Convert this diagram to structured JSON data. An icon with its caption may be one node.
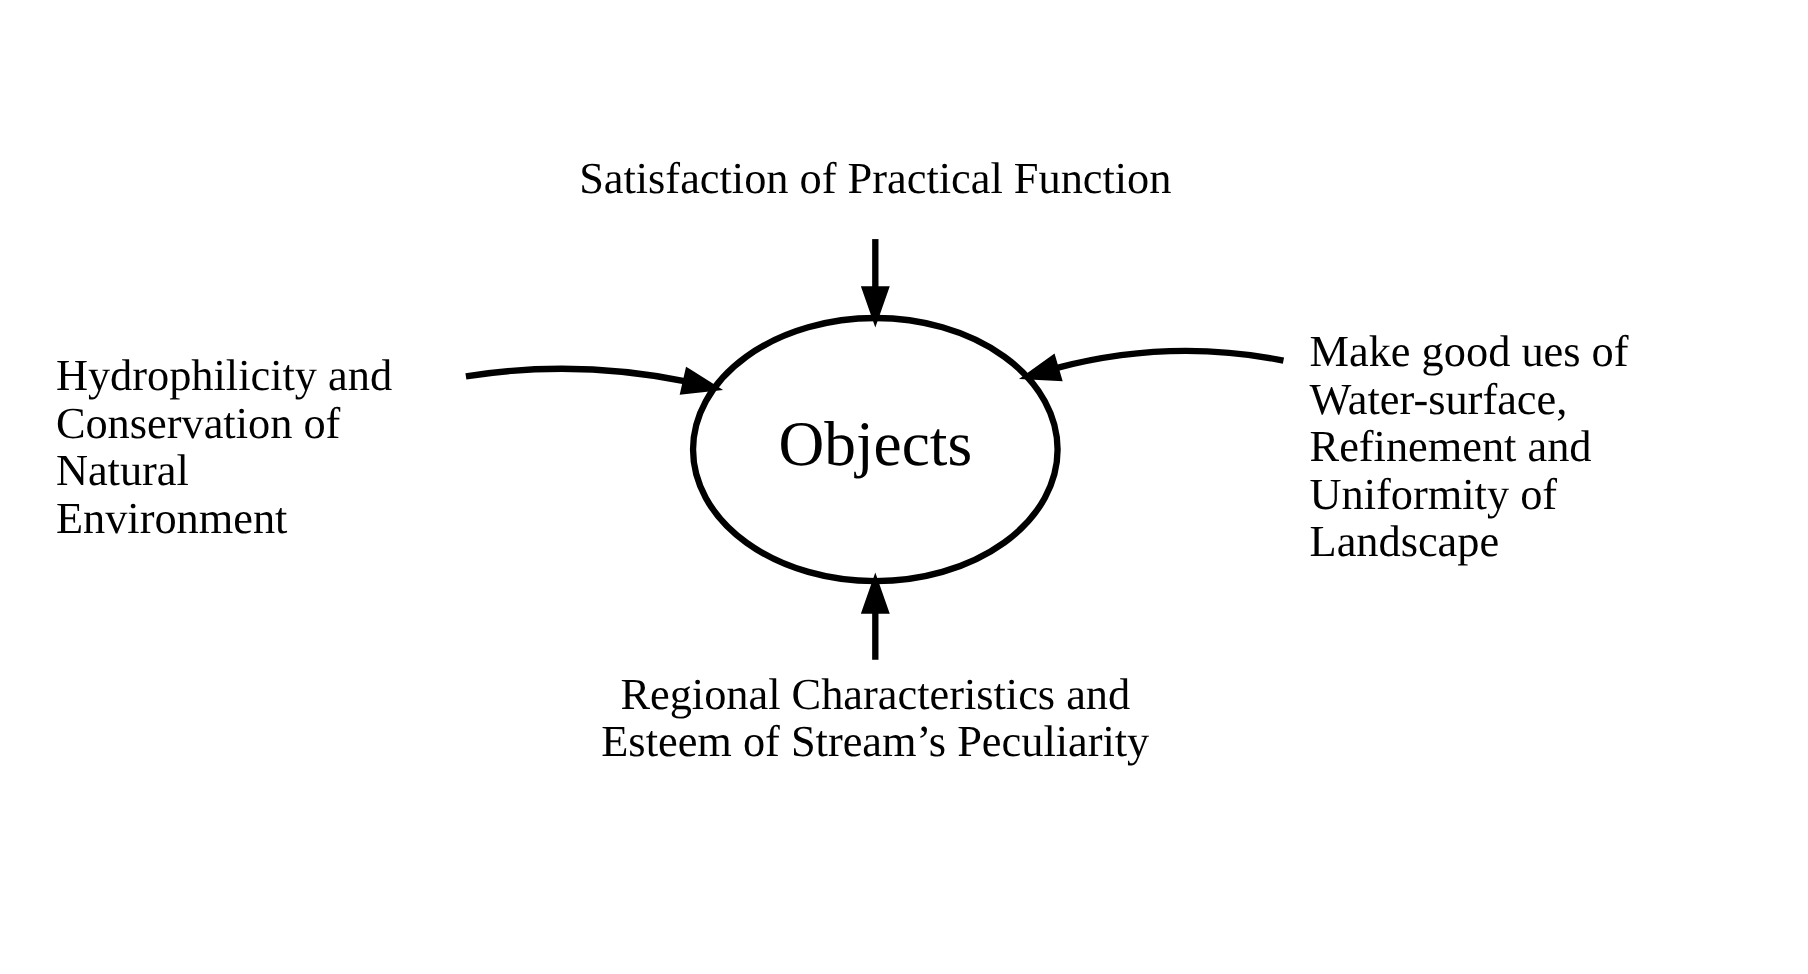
{
  "diagram": {
    "nodes": [
      {
        "text": [
          "Satisfaction of Practical Function"
        ]
      },
      {
        "text": [
          "Hydrophilicity and Conservation of Natural Environment"
        ]
      },
      {
        "text": [
          "Objects"
        ]
      },
      {
        "text": [
          "Make good ues of Water-surface, Refinement and Uniformity of Landscape"
        ]
      },
      {
        "text": [
          "Regional Characteristics and Esteem of Stream’s Peculiarity"
        ]
      }
    ],
    "edges": [
      {
        "from": 0,
        "to": 2,
        "arrow": "to"
      },
      {
        "from": 1,
        "to": 2,
        "arrow": "to"
      },
      {
        "from": 3,
        "to": 2,
        "arrow": "to"
      },
      {
        "from": 4,
        "to": 2,
        "arrow": "to"
      }
    ]
  }
}
